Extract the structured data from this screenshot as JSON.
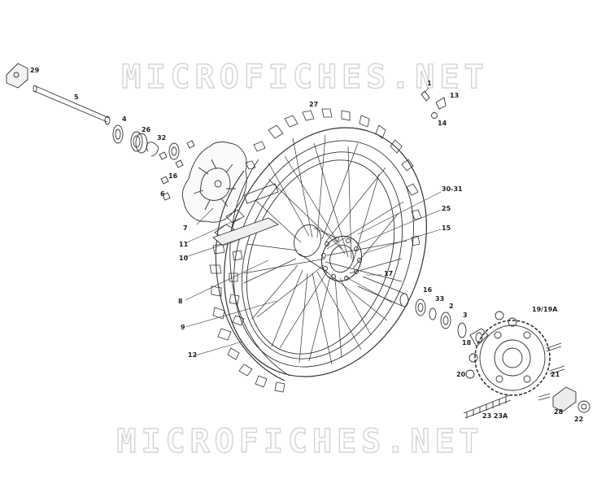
{
  "watermark": {
    "top": "MICROFICHES.NET",
    "bottom": "MICROFICHES.NET"
  },
  "callouts": [
    {
      "id": "29",
      "text": "29"
    },
    {
      "id": "5",
      "text": "5"
    },
    {
      "id": "4",
      "text": "4"
    },
    {
      "id": "26",
      "text": "26"
    },
    {
      "id": "32",
      "text": "32"
    },
    {
      "id": "16a",
      "text": "16"
    },
    {
      "id": "6",
      "text": "6"
    },
    {
      "id": "7",
      "text": "7"
    },
    {
      "id": "11",
      "text": "11"
    },
    {
      "id": "10",
      "text": "10"
    },
    {
      "id": "8",
      "text": "8"
    },
    {
      "id": "9",
      "text": "9"
    },
    {
      "id": "12",
      "text": "12"
    },
    {
      "id": "27",
      "text": "27"
    },
    {
      "id": "1",
      "text": "1"
    },
    {
      "id": "13",
      "text": "13"
    },
    {
      "id": "14",
      "text": "14"
    },
    {
      "id": "30-31",
      "text": "30-31"
    },
    {
      "id": "25",
      "text": "25"
    },
    {
      "id": "15",
      "text": "15"
    },
    {
      "id": "17",
      "text": "17"
    },
    {
      "id": "16b",
      "text": "16"
    },
    {
      "id": "33",
      "text": "33"
    },
    {
      "id": "2",
      "text": "2"
    },
    {
      "id": "3",
      "text": "3"
    },
    {
      "id": "19",
      "text": "19/19A"
    },
    {
      "id": "18",
      "text": "18"
    },
    {
      "id": "20",
      "text": "20"
    },
    {
      "id": "21",
      "text": "21"
    },
    {
      "id": "23",
      "text": "23 23A"
    },
    {
      "id": "28",
      "text": "28"
    },
    {
      "id": "22",
      "text": "22"
    }
  ]
}
